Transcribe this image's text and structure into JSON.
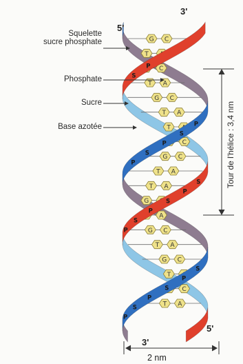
{
  "labels": {
    "squelette_line1": "Squelette",
    "squelette_line2": "sucre phosphate",
    "phosphate": "Phosphate",
    "sucre": "Sucre",
    "base": "Base azotée"
  },
  "strand_ends": {
    "top_left": "5'",
    "top_right": "3'",
    "bottom_left": "3'",
    "bottom_right": "5'"
  },
  "measurements": {
    "helix_turn": "Tour de l'hélice : 3,4 nm",
    "width": "2 nm"
  },
  "backbone_letters": {
    "phosphate": "P",
    "sugar": "S"
  },
  "base_pairs": [
    {
      "left": "G",
      "right": "C"
    },
    {
      "left": "T",
      "right": "A"
    },
    {
      "left": "G",
      "right": "C"
    },
    {
      "left": "T",
      "right": "A"
    },
    {
      "left": "G",
      "right": "C"
    },
    {
      "left": "T",
      "right": "A"
    },
    {
      "left": "T",
      "right": "A"
    },
    {
      "left": "G",
      "right": "C"
    },
    {
      "left": "G",
      "right": "C"
    },
    {
      "left": "T",
      "right": "A"
    },
    {
      "left": "T",
      "right": "A"
    },
    {
      "left": "G",
      "right": "C"
    },
    {
      "left": "T",
      "right": "A"
    },
    {
      "left": "G",
      "right": "C"
    },
    {
      "left": "T",
      "right": "A"
    },
    {
      "left": "G",
      "right": "C"
    },
    {
      "left": "T",
      "right": "A"
    },
    {
      "left": "G",
      "right": "C"
    },
    {
      "left": "T",
      "right": "A"
    }
  ],
  "colors": {
    "light_blue": "#8ec6e6",
    "purple": "#8e7c90",
    "red": "#e0402c",
    "blue": "#2f6fc0",
    "base_fill": "#efe28a",
    "base_stroke": "#8a7d35"
  }
}
